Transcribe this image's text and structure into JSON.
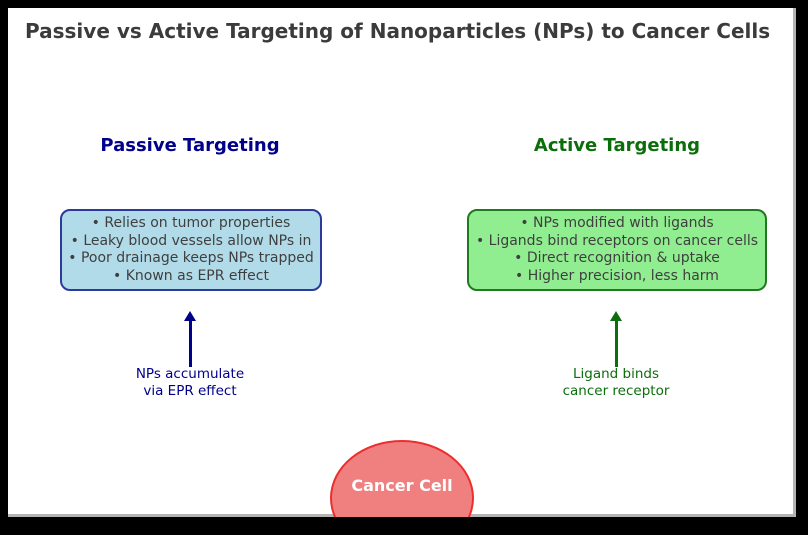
{
  "title": "Passive vs Active Targeting of Nanoparticles (NPs) to Cancer Cells",
  "passive": {
    "heading": "Passive Targeting",
    "box": {
      "bullets": [
        "Relies on tumor properties",
        "Leaky blood vessels allow NPs in",
        "Poor drainage keeps NPs trapped",
        "Known as EPR effect"
      ]
    },
    "arrow_label": [
      "NPs accumulate",
      "via EPR effect"
    ]
  },
  "active": {
    "heading": "Active Targeting",
    "box": {
      "bullets": [
        "NPs modified with ligands",
        "Ligands bind receptors on cancer cells",
        "Direct recognition & uptake",
        "Higher precision, less harm"
      ]
    },
    "arrow_label": [
      "Ligand binds",
      "cancer receptor"
    ]
  },
  "cancer_cell": {
    "label": "Cancer Cell"
  },
  "colors": {
    "frame": "#000000",
    "canvas": "#ffffff",
    "title-text": "#3b3b3b",
    "passive-accent": "#00008b",
    "active-accent": "#0b6e0b",
    "passive-box-fill": "#b2dbe9",
    "passive-box-border": "#2b3a9b",
    "active-box-fill": "#90ee90",
    "active-box-border": "#1f7a1f",
    "box-text": "#3f3f3f",
    "cell-fill": "#f08080",
    "cell-border": "#ee2e2e",
    "cell-text": "#ffffff"
  }
}
